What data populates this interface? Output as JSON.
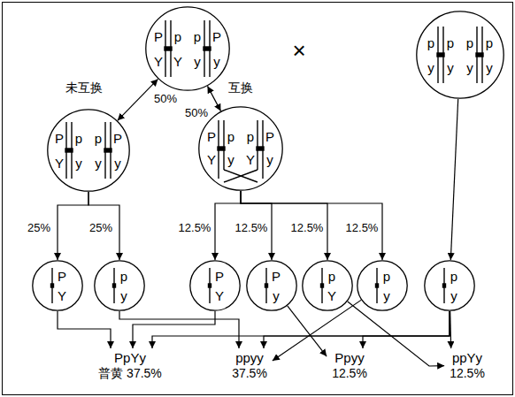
{
  "diagram": {
    "nodes": [
      {
        "text": [
          "P",
          "p",
          "p",
          "P",
          "Y",
          "Y",
          "y",
          "y"
        ]
      },
      {
        "text": [
          "p",
          "p",
          "p",
          "p",
          "y",
          "y",
          "y",
          "y"
        ]
      },
      {
        "text": [
          "P",
          "p",
          "p",
          "P",
          "Y",
          "y",
          "y",
          "y"
        ]
      },
      {
        "text": [
          "P",
          "p",
          "p",
          "P",
          "Y",
          "y",
          "Y",
          "y"
        ]
      },
      {
        "text": [
          "P",
          "Y"
        ]
      },
      {
        "text": [
          "p",
          "y"
        ]
      },
      {
        "text": [
          "P",
          "Y"
        ]
      },
      {
        "text": [
          "P",
          "y"
        ]
      },
      {
        "text": [
          "p",
          "Y"
        ]
      },
      {
        "text": [
          "p",
          "y"
        ]
      },
      {
        "text": [
          "p",
          "y"
        ]
      },
      {
        "text": [
          "PpYy",
          "普黄 37.5%"
        ]
      },
      {
        "text": [
          "ppyy",
          "37.5%"
        ]
      },
      {
        "text": [
          "Ppyy",
          "12.5%"
        ]
      },
      {
        "text": [
          "ppYy",
          "12.5%"
        ]
      }
    ],
    "edges": [
      {
        "from": 0,
        "to": 2,
        "arrow": "both"
      },
      {
        "from": 0,
        "to": 3,
        "arrow": "both"
      },
      {
        "from": 2,
        "to": 4,
        "arrow": "to"
      },
      {
        "from": 2,
        "to": 5,
        "arrow": "to"
      },
      {
        "from": 3,
        "to": 6,
        "arrow": "to"
      },
      {
        "from": 3,
        "to": 7,
        "arrow": "to"
      },
      {
        "from": 3,
        "to": 8,
        "arrow": "to"
      },
      {
        "from": 3,
        "to": 9,
        "arrow": "to"
      },
      {
        "from": 1,
        "to": 10,
        "arrow": "to"
      },
      {
        "from": 4,
        "to": 11,
        "arrow": "to"
      },
      {
        "from": 6,
        "to": 11,
        "arrow": "to"
      },
      {
        "from": 5,
        "to": 12,
        "arrow": "to"
      },
      {
        "from": 9,
        "to": 12,
        "arrow": "to"
      },
      {
        "from": 7,
        "to": 13,
        "arrow": "to"
      },
      {
        "from": 8,
        "to": 14,
        "arrow": "to"
      },
      {
        "from": 10,
        "to": 11,
        "arrow": "to"
      },
      {
        "from": 10,
        "to": 12,
        "arrow": "to"
      },
      {
        "from": 10,
        "to": 13,
        "arrow": "to"
      },
      {
        "from": 10,
        "to": 14,
        "arrow": "to"
      }
    ],
    "labels": [
      "×",
      "未互换",
      "50%",
      "互换",
      "50%",
      "25%",
      "25%",
      "12.5%",
      "12.5%",
      "12.5%",
      "12.5%"
    ]
  }
}
